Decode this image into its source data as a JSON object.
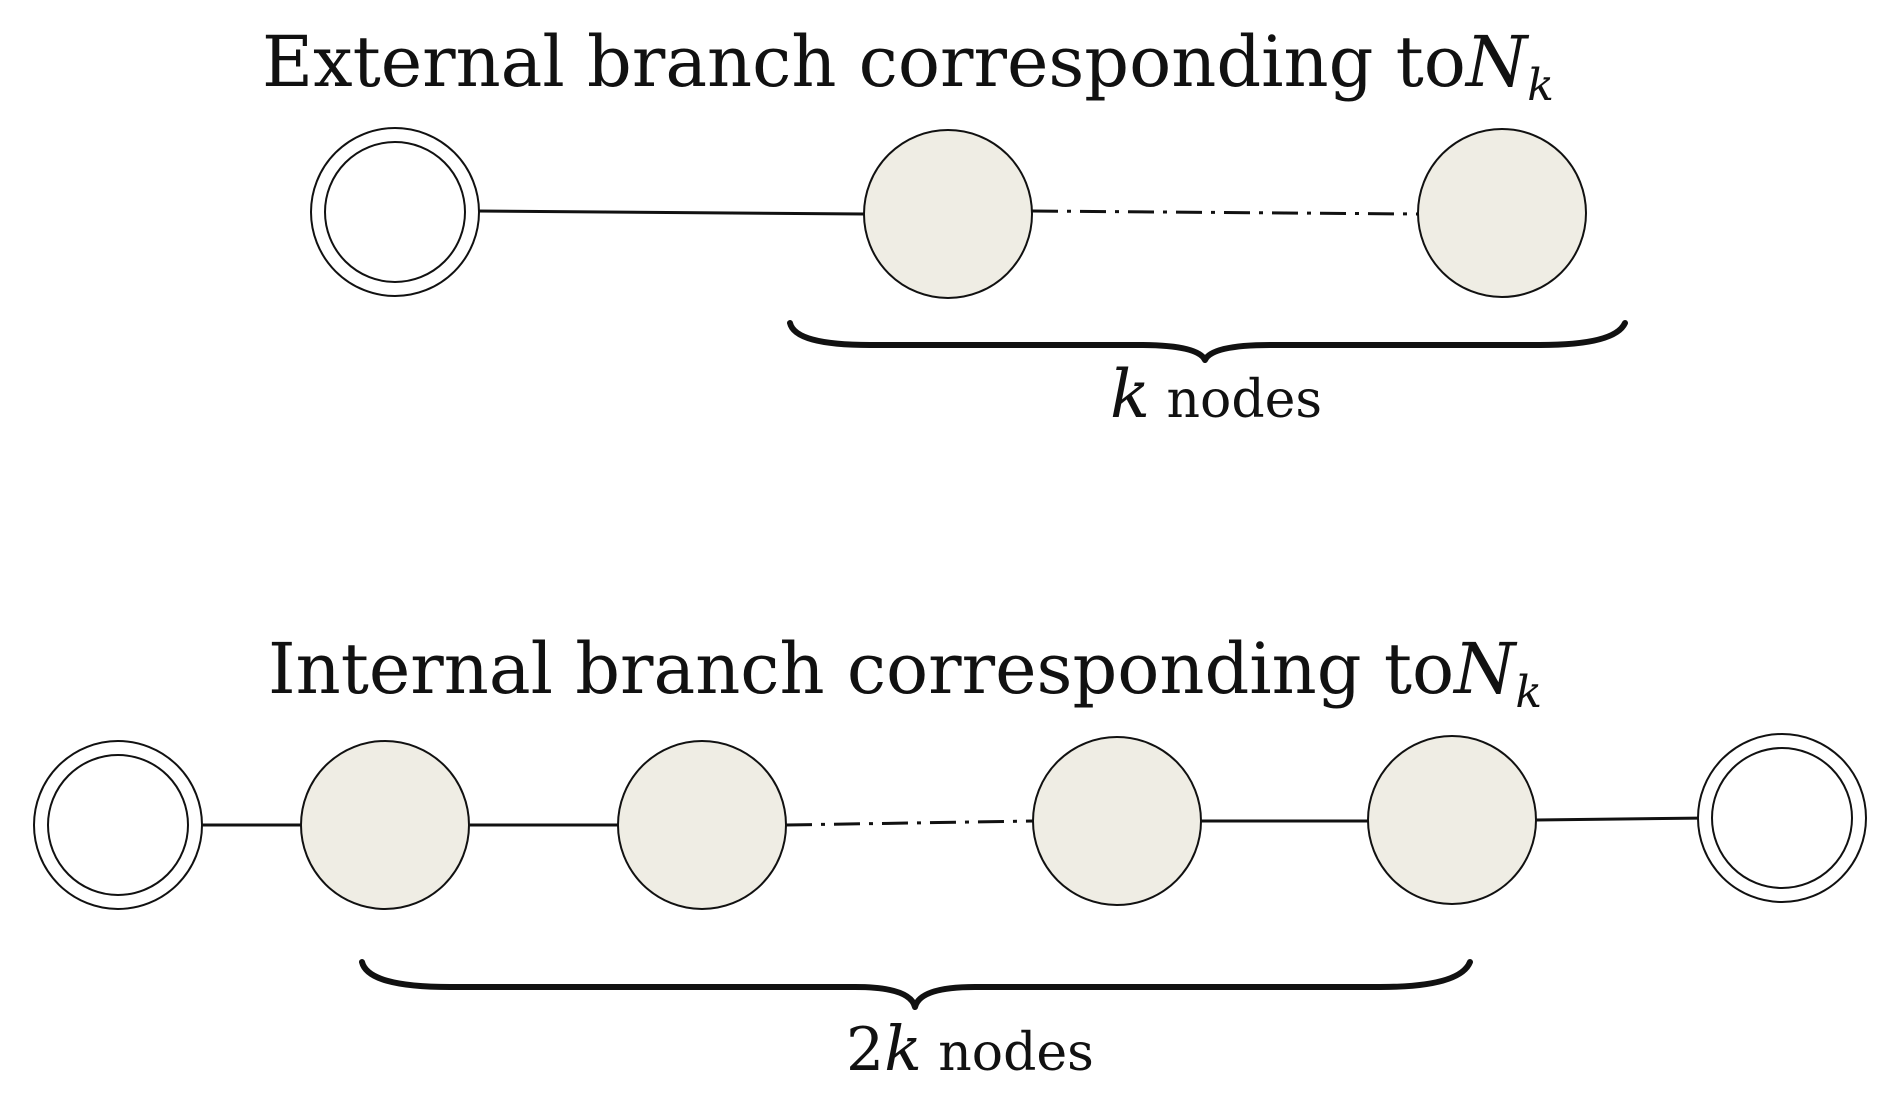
{
  "external_branch": {
    "caption_text": "External branch corresponding to",
    "caption_symbol": "N",
    "caption_subscript": "k",
    "brace_count_symbol": "k",
    "brace_label": " nodes"
  },
  "internal_branch": {
    "caption_text": "Internal branch corresponding to",
    "caption_symbol": "N",
    "caption_subscript": "k",
    "brace_count_prefix": "2",
    "brace_count_symbol": "k",
    "brace_label": " nodes"
  },
  "colors": {
    "filled_node": "#efede4",
    "stroke": "#111111",
    "background": "#ffffff"
  }
}
